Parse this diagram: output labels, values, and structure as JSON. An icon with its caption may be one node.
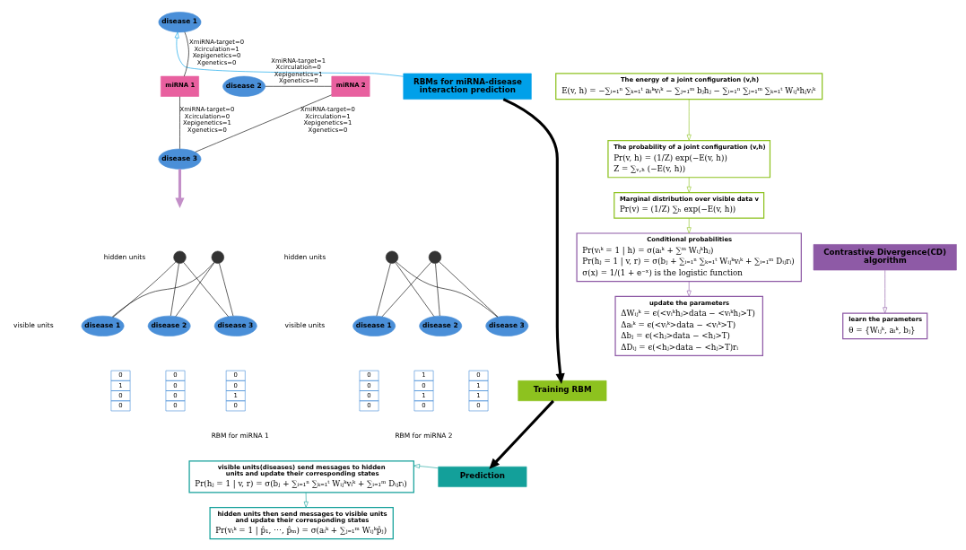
{
  "diagram": {
    "nodes": [
      {
        "text": [
          "RBMs for miRNA-disease interaction prediction"
        ]
      },
      {
        "text": [
          "disease 1"
        ]
      },
      {
        "text": [
          "miRNA 1"
        ]
      },
      {
        "text": [
          "disease 2"
        ]
      },
      {
        "text": [
          "miRNA 2"
        ]
      },
      {
        "text": [
          "disease 3"
        ]
      },
      {
        "text": [],
        "shape": "circle"
      },
      {
        "text": [],
        "shape": "circle"
      },
      {
        "text": [
          "disease 1"
        ]
      },
      {
        "text": [
          "disease 2"
        ]
      },
      {
        "text": [
          "disease 3"
        ]
      },
      {
        "text": [
          "0",
          "1",
          "0",
          "0"
        ]
      },
      {
        "text": [
          "0",
          "0",
          "0",
          "0"
        ]
      },
      {
        "text": [
          "0",
          "0",
          "1",
          "0"
        ]
      },
      {
        "text": [],
        "shape": "circle"
      },
      {
        "text": [],
        "shape": "circle"
      },
      {
        "text": [
          "disease 1"
        ]
      },
      {
        "text": [
          "disease 2"
        ]
      },
      {
        "text": [
          "disease 3"
        ]
      },
      {
        "text": [
          "0",
          "0",
          "0",
          "0"
        ]
      },
      {
        "text": [
          "1",
          "0",
          "1",
          "0"
        ]
      },
      {
        "text": [
          "0",
          "1",
          "1",
          "0"
        ]
      },
      {
        "text": [
          "Training RBM"
        ]
      },
      {
        "text": [
          "Prediction"
        ]
      },
      {
        "text": [
          "visible units(diseases) send messages to hidden units and update their corresponding states",
          "Pr(hⱼ = 1 | v, r) = σ(bⱼ + ∑ᵢ₌₁ⁿ ∑ₖ₌₁ᵗ Wᵢⱼᵏvᵢᵏ + ∑ᵢ₌₁ᵐ Dᵢⱼrᵢ)"
        ]
      },
      {
        "text": [
          "hidden units then send messages to visible units and update their corresponding states",
          "Pr(vᵢᵏ = 1 | p̂₁, ⋯, p̂ₘ) = σ(aᵢᵏ + ∑ⱼ₌₁ᵐ Wᵢⱼᵏp̂ⱼ)"
        ]
      },
      {
        "text": [
          "The energy of a joint configuration (v,h)",
          "E(v, h) = −∑ᵢ₌₁ⁿ ∑ₖ₌₁ᵗ aᵢᵏvᵢᵏ − ∑ⱼ₌₁ᵐ bⱼhⱼ − ∑ᵢ₌₁ⁿ ∑ⱼ₌₁ᵐ ∑ₖ₌₁ᵗ Wᵢⱼᵏhⱼvᵢᵏ"
        ]
      },
      {
        "text": [
          "The probability of a joint configuration (v,h)",
          "Pr(v, h) = (1/Z) exp(−E(v, h))",
          "Z = ∑ᵥ,ₕ (−E(v, h))"
        ]
      },
      {
        "text": [
          "Marginal distribution over visible data v",
          "Pr(v) = (1/Z) ∑ₕ exp(−E(v, h))"
        ]
      },
      {
        "text": [
          "Conditional probabilities",
          "Pr(vᵢᵏ = 1 | h) = σ(aᵢᵏ + ∑ᵐ Wᵢⱼᵏhⱼ)",
          "Pr(hⱼ = 1 | v, r) = σ(bⱼ + ∑ᵢ₌₁ⁿ ∑ₖ₌₁ᵗ Wᵢⱼᵏvᵢᵏ + ∑ᵢ₌₁ᵐ Dᵢⱼrᵢ)",
          "σ(x) = 1/(1 + e⁻ˣ) is the logistic function"
        ]
      },
      {
        "text": [
          "update the parameters",
          "ΔWᵢⱼᵏ = ϵ(<vᵢᵏhⱼ>data − <vᵢᵏhⱼ>T)",
          "Δaᵢᵏ = ϵ(<vᵢᵏ>data − <vᵢᵏ>T)",
          "Δbⱼ = ϵ(<hⱼ>data − <hⱼ>T)",
          "ΔDᵢⱼ = ϵ(<hⱼ>data − <hⱼ>T)rᵢ"
        ]
      },
      {
        "text": [
          "Contrastive Divergence(CD) algorithm"
        ]
      },
      {
        "text": [
          "learn the parameters",
          "θ = {Wᵢⱼᵏ, aᵢᵏ, bⱼ}"
        ]
      }
    ],
    "edges": [
      {
        "from": 2,
        "to": 1,
        "arrow": "none",
        "label": "XmiRNA-target=0 Xcirculation=1 Xepigenetics=0 Xgenetics=0"
      },
      {
        "from": 4,
        "to": 3,
        "arrow": "none",
        "label": "XmiRNA-target=1 Xcirculation=0 Xepigenetics=1 Xgenetics=0"
      },
      {
        "from": 2,
        "to": 5,
        "arrow": "none",
        "label": "XmiRNA-target=0 Xcirculation=0 Xepigenetics=1 Xgenetics=0"
      },
      {
        "from": 4,
        "to": 5,
        "arrow": "none",
        "label": "XmiRNA-target=0 Xcirculation=1 Xepigenetics=1 Xgenetics=0"
      },
      {
        "from": 0,
        "to": 1,
        "arrow": "to",
        "color": "#00a0e9"
      },
      {
        "from": 5,
        "to": null,
        "arrow": "to",
        "style": "thick",
        "color": "#c38fc8"
      },
      {
        "from": 6,
        "to": 8,
        "arrow": "none"
      },
      {
        "from": 6,
        "to": 9,
        "arrow": "none"
      },
      {
        "from": 6,
        "to": 10,
        "arrow": "none"
      },
      {
        "from": 7,
        "to": 8,
        "arrow": "none"
      },
      {
        "from": 7,
        "to": 9,
        "arrow": "none"
      },
      {
        "from": 7,
        "to": 10,
        "arrow": "none"
      },
      {
        "from": 14,
        "to": 16,
        "arrow": "none"
      },
      {
        "from": 14,
        "to": 17,
        "arrow": "none"
      },
      {
        "from": 14,
        "to": 18,
        "arrow": "none"
      },
      {
        "from": 15,
        "to": 16,
        "arrow": "none"
      },
      {
        "from": 15,
        "to": 17,
        "arrow": "none"
      },
      {
        "from": 15,
        "to": 18,
        "arrow": "none"
      },
      {
        "from": 0,
        "to": 22,
        "arrow": "to",
        "style": "thick"
      },
      {
        "from": 22,
        "to": 23,
        "arrow": "to",
        "style": "thick"
      },
      {
        "from": 23,
        "to": 24,
        "arrow": "to",
        "color": "#13a09a"
      },
      {
        "from": 24,
        "to": 25,
        "arrow": "to",
        "color": "#13a09a"
      },
      {
        "from": 26,
        "to": 27,
        "arrow": "to",
        "color": "#8dc21f"
      },
      {
        "from": 27,
        "to": 28,
        "arrow": "to",
        "color": "#8dc21f"
      },
      {
        "from": 28,
        "to": 29,
        "arrow": "to",
        "color": "#8dc21f"
      },
      {
        "from": 29,
        "to": 30,
        "arrow": "to",
        "color": "#8e5aa6"
      },
      {
        "from": 31,
        "to": 32,
        "arrow": "to",
        "color": "#8e5aa6"
      }
    ],
    "labels": [
      "hidden units",
      "visible units",
      "RBM for miRNA 1",
      "hidden units",
      "visible units",
      "RBM for miRNA 2"
    ]
  }
}
